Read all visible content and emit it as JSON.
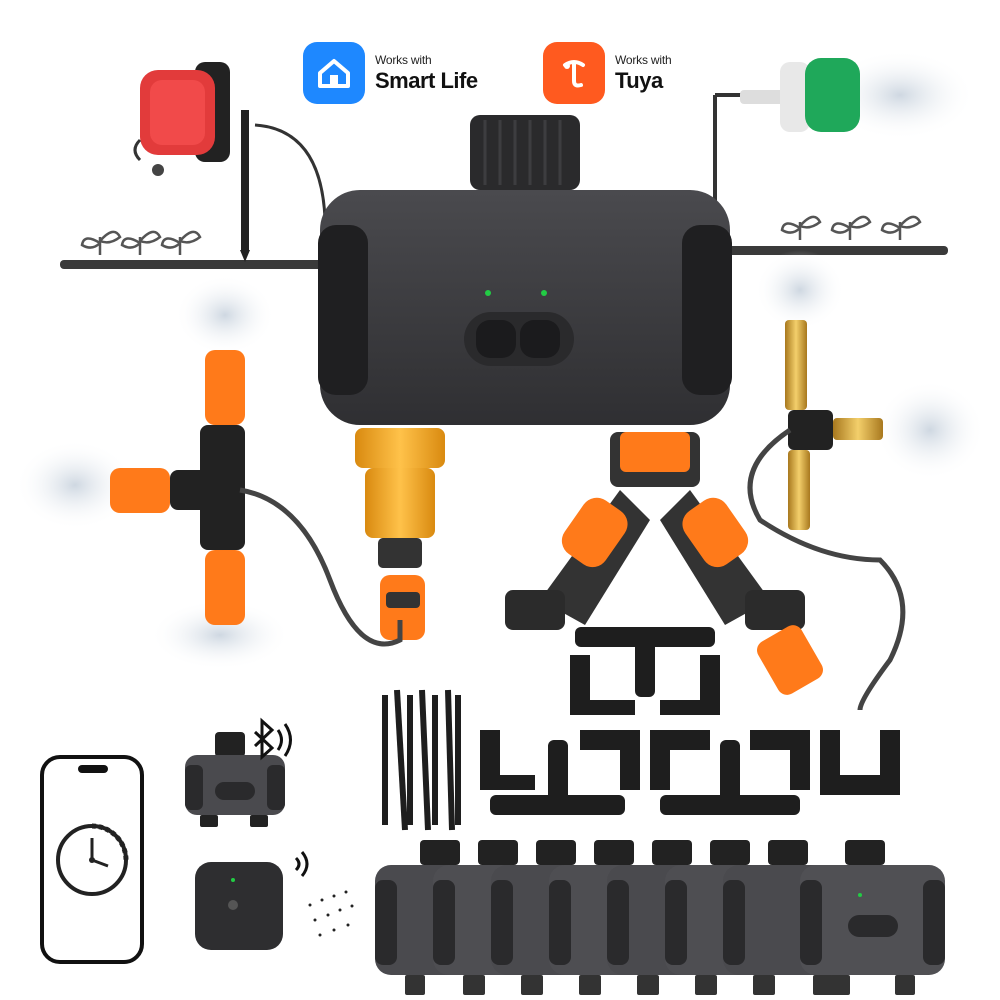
{
  "badges": [
    {
      "small": "Works with",
      "big": "Smart Life",
      "logo": "smart-life-house-icon",
      "color": "#1e88ff"
    },
    {
      "small": "Works with",
      "big": "Tuya",
      "logo": "tuya-t-icon",
      "color": "#ff5a1f"
    }
  ],
  "colors": {
    "timer_body": "#3f3f42",
    "timer_dark": "#2a2a2c",
    "accent_orange": "#ff7a1a",
    "adapter_yellow": "#f5a623",
    "led_green": "#22cc44",
    "dripper_red": "#e23b3b",
    "dripper_green": "#1fa85a",
    "pipe": "#3a3a3a"
  },
  "icons": [
    "bluetooth-icon",
    "wifi-signal-icon",
    "clock-icon",
    "seedling-icon"
  ]
}
